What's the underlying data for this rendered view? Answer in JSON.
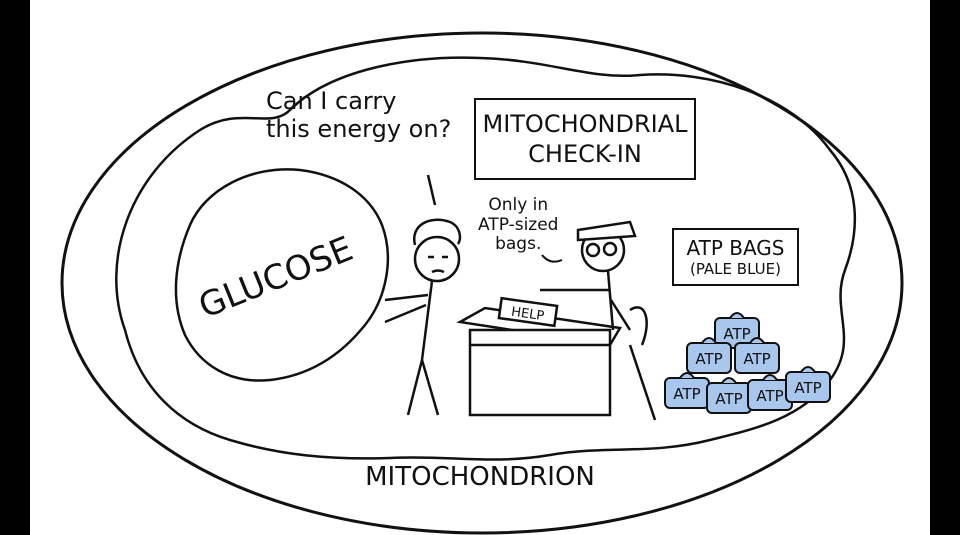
{
  "comic": {
    "speech_line1": "Can I carry",
    "speech_line2": "this energy on?",
    "sign_line1": "MITOCHONDRIAL",
    "sign_line2": "CHECK-IN",
    "guard_line1": "Only in",
    "guard_line2": "ATP-sized",
    "guard_line3": "bags.",
    "boulder_label": "GLUCOSE",
    "desk_sign": "HELP",
    "atp_sign_line1": "ATP BAGS",
    "atp_sign_line2": "(PALE BLUE)",
    "bag_label": "ATP",
    "organelle_label": "MITOCHONDRION"
  },
  "colors": {
    "ink": "#111111",
    "bag_fill": "#a9c7ec",
    "letterbox": "#000000",
    "paper": "#ffffff"
  }
}
